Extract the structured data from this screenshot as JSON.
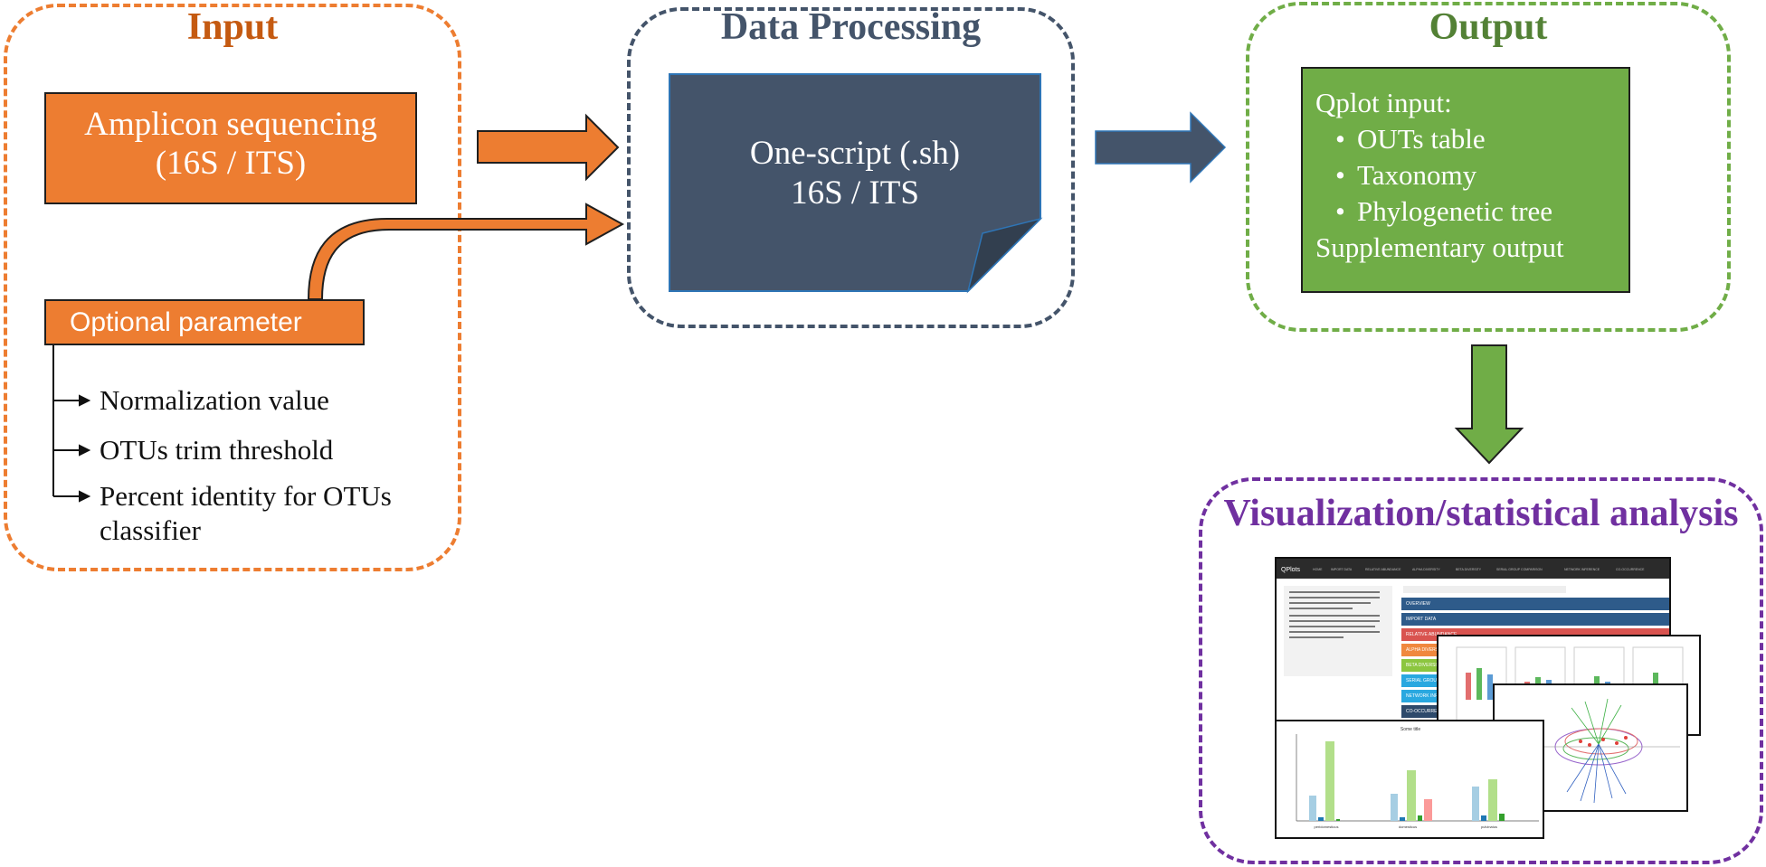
{
  "input": {
    "title": "Input",
    "amplicon": {
      "line1": "Amplicon sequencing",
      "line2": "(16S / ITS)"
    },
    "optional_label": "Optional parameter",
    "parameters": [
      {
        "label": "Normalization value"
      },
      {
        "label": "OTUs trim threshold"
      },
      {
        "label": "Percent identity for OTUs classifier"
      }
    ]
  },
  "processing": {
    "title": "Data Processing",
    "script_line1": "One-script (.sh)",
    "script_line2": "16S / ITS"
  },
  "output": {
    "title": "Output",
    "heading": "Qplot input:",
    "items": [
      "OUTs table",
      "Taxonomy",
      "Phylogenetic tree"
    ],
    "supplementary": "Supplementary output"
  },
  "visualization": {
    "title": "Visualization/statistical analysis",
    "app_name": "QPlots",
    "nav": [
      "HOME",
      "IMPORT DATA",
      "RELATIVE ABUNDANCE",
      "ALPHA DIVERSITY",
      "BETA DIVERSITY",
      "SERIAL GROUP COMPARISON",
      "NETWORK INFERENCE",
      "CO-OCCURRENCE"
    ],
    "plot_title": "Some title",
    "bar_categories": [
      "peridomesticus",
      "domesticus",
      "pulvinatus"
    ]
  },
  "colors": {
    "input": "#ED7D31",
    "processing": "#44546A",
    "output": "#70AD47",
    "visualization": "#7030A0"
  }
}
